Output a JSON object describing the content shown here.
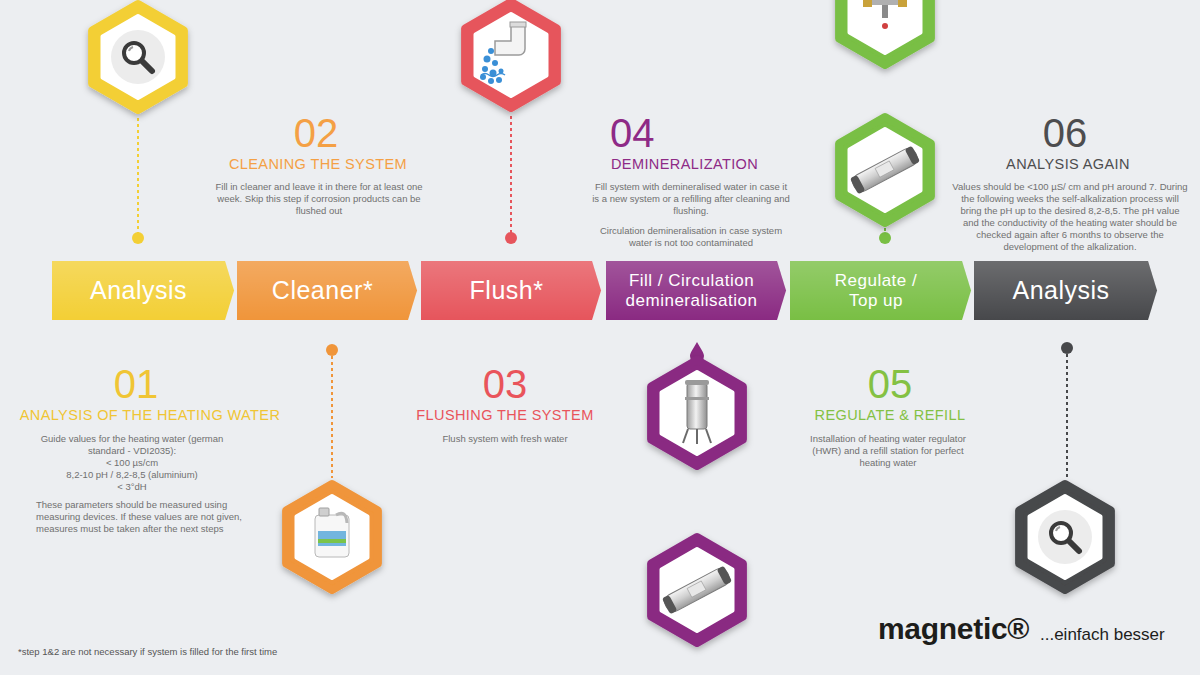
{
  "diagram": {
    "nodes": [
      {
        "text": [
          "Analysis"
        ]
      },
      {
        "text": [
          "Cleaner*"
        ]
      },
      {
        "text": [
          "Flush*"
        ]
      },
      {
        "text": [
          "Fill / Circulation demineralisation"
        ]
      },
      {
        "text": [
          "Regulate / Top up"
        ]
      },
      {
        "text": [
          "Analysis"
        ]
      }
    ],
    "labels": [
      "02",
      "CLEANING THE SYSTEM",
      "Fill in cleaner and leave it in there for at least one week. Skip this step if corrosion products can be flushed out",
      "04",
      "DEMINERALIZATION",
      "Fill system with demineralised water in case it is a new system or a refilling after cleaning and flushing.",
      "Circulation demineralisation in case system water is not too contaminated",
      "06",
      "ANALYSIS AGAIN",
      "Values should be <100 µS/ cm and pH around 7. During the following weeks the self-alkalization process will bring the pH up to the desired 8,2-8,5. The pH value and the conductivity of the heating water should be checked again after 6 months to observe the development of the alkalization.",
      "01",
      "ANALYSIS OF THE HEATING WATER",
      "Guide values for the heating water (german standard - VDI2035):",
      "< 100 µs/cm",
      "8,2-10 pH / 8,2-8,5 (aluminium)",
      "< 3°dH",
      "These parameters should be measured using measuring devices. If these values are not given, measures must be taken after the next steps",
      "03",
      "FLUSHING THE SYSTEM",
      "Flush system with fresh water",
      "05",
      "REGULATE & REFILL",
      "Installation of heating water regulator (HWR) and a refill station for perfect heating water",
      "*step 1&2 are not necessary if system is filled for the first time",
      "magnetic®",
      "...einfach besser"
    ]
  }
}
